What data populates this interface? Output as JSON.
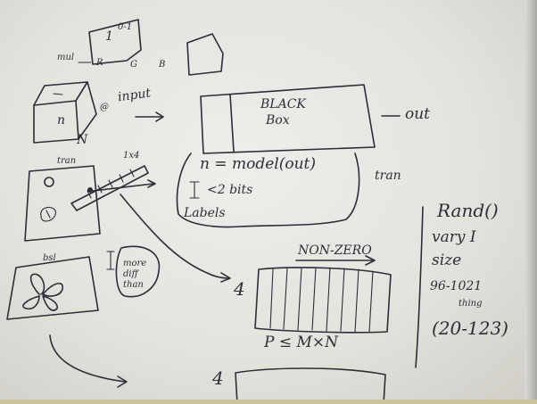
{
  "sketch": {
    "top_left": {
      "box_number": "1",
      "box_superscript": "0-1",
      "mul": "mul",
      "r": "R",
      "g": "G",
      "b": "B"
    },
    "input_block": {
      "n_on_face": "n",
      "n_below": "N",
      "at": "@",
      "input_label": "input"
    },
    "black_box": {
      "title_line1": "BLACK",
      "title_line2": "Box",
      "out_label": "out",
      "model_line": "n = model(out)",
      "bytes_note": "<2 bits",
      "labels": "Labels",
      "train_right": "tran"
    },
    "train_box": {
      "label": "tran",
      "size_label": "1x4"
    },
    "bottom_left": {
      "label": "bsl",
      "note": "more diff than"
    },
    "matrix": {
      "four_top": "4",
      "header": "NON-ZERO",
      "p_relation": "P ≤ M×N",
      "four_bottom": "4"
    },
    "right_notes": {
      "line1": "Rand()",
      "line2": "vary I",
      "line3": "size",
      "line4": "96-1021",
      "line5": "thing",
      "line6": "(20-123)"
    }
  }
}
